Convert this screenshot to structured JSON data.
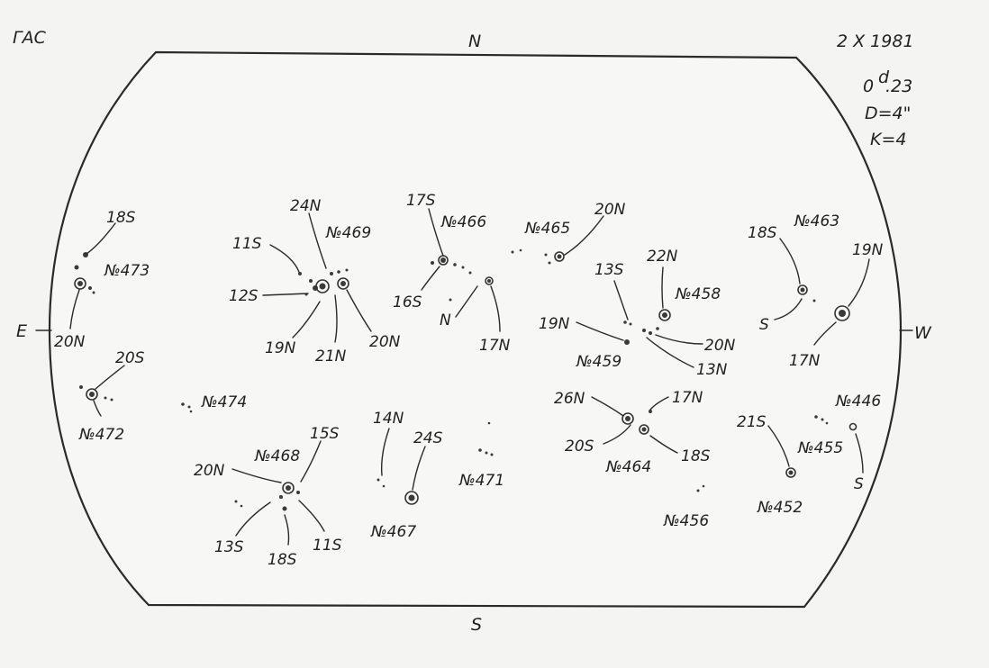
{
  "header": {
    "observatory": "ГАС",
    "date": "2 X 1981",
    "time_main": "0",
    "time_sup": "d",
    "time_frac": ".23",
    "diameter": "D=4\"",
    "scale": "K=4"
  },
  "directions": {
    "north": "N",
    "south": "S",
    "east": "E",
    "west": "W"
  },
  "groups": [
    {
      "id": "g473",
      "number": "№473",
      "latitudes": [
        "18S",
        "20N"
      ]
    },
    {
      "id": "g472",
      "number": "№472",
      "latitudes": [
        "20S"
      ]
    },
    {
      "id": "g474",
      "number": "№474",
      "latitudes": []
    },
    {
      "id": "g469",
      "number": "№469",
      "latitudes": [
        "24N",
        "11S",
        "12S",
        "19N",
        "21N",
        "20N"
      ]
    },
    {
      "id": "g466",
      "number": "№466",
      "latitudes": [
        "17S",
        "16S",
        "N",
        "17N"
      ]
    },
    {
      "id": "g465",
      "number": "№465",
      "latitudes": [
        "20N"
      ]
    },
    {
      "id": "g463",
      "number": "№463",
      "latitudes": [
        "18S",
        "19N",
        "S",
        "17N"
      ]
    },
    {
      "id": "g458",
      "number": "№458",
      "latitudes": [
        "13S",
        "22N",
        "20N",
        "13N"
      ]
    },
    {
      "id": "g459",
      "number": "№459",
      "latitudes": [
        "19N"
      ]
    },
    {
      "id": "g464",
      "number": "№464",
      "latitudes": [
        "26N",
        "17N",
        "20S",
        "18S"
      ]
    },
    {
      "id": "g446",
      "number": "№446",
      "latitudes": [
        "S"
      ]
    },
    {
      "id": "g455",
      "number": "№455",
      "latitudes": []
    },
    {
      "id": "g452",
      "number": "№452",
      "latitudes": [
        "21S"
      ]
    },
    {
      "id": "g456",
      "number": "№456",
      "latitudes": []
    },
    {
      "id": "g471",
      "number": "№471",
      "latitudes": []
    },
    {
      "id": "g467",
      "number": "№467",
      "latitudes": [
        "14N",
        "24S"
      ]
    },
    {
      "id": "g468",
      "number": "№468",
      "latitudes": [
        "15S",
        "20N",
        "13S",
        "18S",
        "11S"
      ]
    }
  ]
}
